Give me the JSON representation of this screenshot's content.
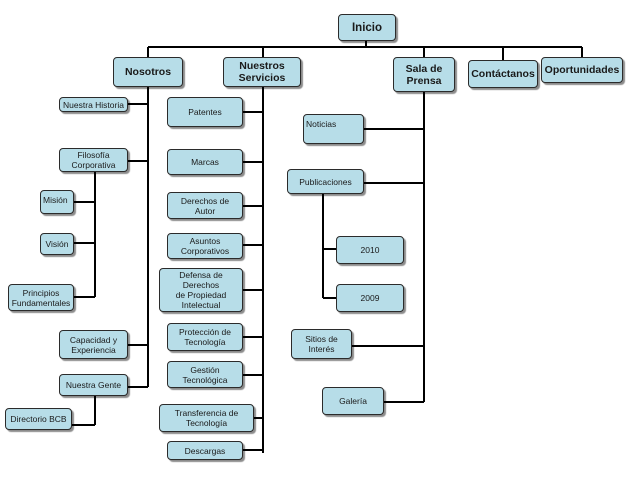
{
  "org_chart": {
    "root": "Inicio",
    "sections": {
      "nosotros": "Nosotros",
      "servicios": "Nuestros\nServicios",
      "prensa": "Sala de\nPrensa",
      "contactanos": "Contáctanos",
      "oportunidades": "Oportunidades"
    },
    "nosotros_items": {
      "historia": "Nuestra Historia",
      "filosofia": "Filosofía\nCorporativa",
      "mision": "Misión",
      "vision": "Visión",
      "principios": "Principios\nFundamentales",
      "capacidad": "Capacidad y\nExperiencia",
      "gente": "Nuestra Gente",
      "directorio": "Directorio BCB"
    },
    "servicios_items": {
      "patentes": "Patentes",
      "marcas": "Marcas",
      "derechos": "Derechos de Autor",
      "asuntos": "Asuntos\nCorporativos",
      "defensa": "Defensa de Derechos\nde Propiedad\nIntelectual",
      "proteccion": "Protección de\nTecnología",
      "gestion": "Gestión\nTecnológica",
      "transferencia": "Transferencia de\nTecnología",
      "descargas": "Descargas"
    },
    "prensa_items": {
      "noticias": "Noticias",
      "publicaciones": "Publicaciones",
      "y2010": "2010",
      "y2009": "2009",
      "sitios": "Sitios de\nInterés",
      "galeria": "Galería"
    }
  }
}
